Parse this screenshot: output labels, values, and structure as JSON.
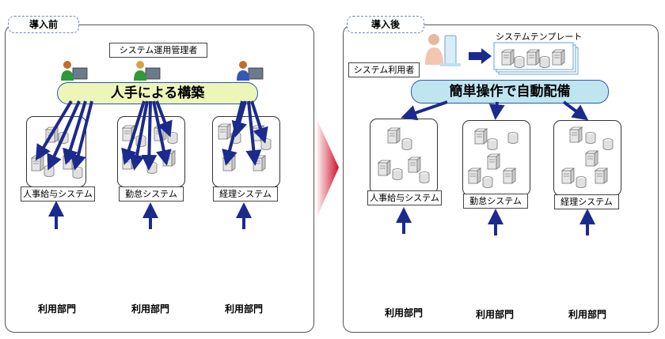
{
  "before": {
    "tag": "導入前",
    "admin_label": "システム運用管理者",
    "bar_label": "人手による構築",
    "systems": [
      "人事給与システム",
      "勤怠システム",
      "経理システム"
    ],
    "dept_label": "利用部門"
  },
  "after": {
    "tag": "導入後",
    "user_label": "システム利用者",
    "template_label": "システムテンプレート",
    "bar_label": "簡単操作で自動配備",
    "systems": [
      "人事給与システム",
      "勤怠システム",
      "経理システム"
    ],
    "dept_label": "利用部門"
  },
  "colors": {
    "arrow": "#1b2a8c",
    "bar_before": "#eef5b8",
    "bar_after": "#bfe6f0",
    "transition_arrow": "#c8102e"
  }
}
